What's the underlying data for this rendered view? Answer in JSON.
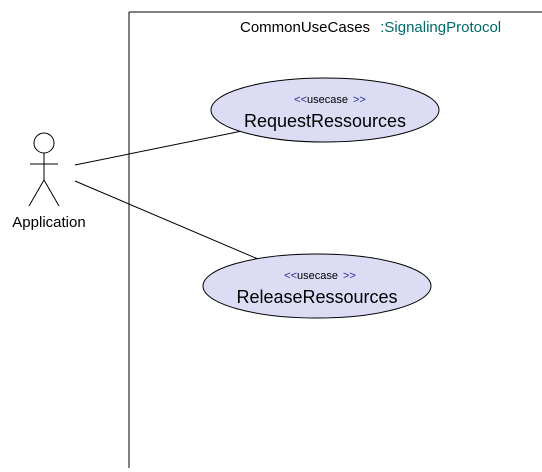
{
  "subsystem": {
    "name": "CommonUseCases",
    "stereotype": ":SignalingProtocol",
    "stereotype_color": "#006a6a"
  },
  "actor": {
    "name": "Application"
  },
  "use_cases": [
    {
      "stereotype_open": "<<",
      "stereotype": "usecase",
      "stereotype_close": ">>",
      "name": "RequestRessources"
    },
    {
      "stereotype_open": "<<",
      "stereotype": "usecase",
      "stereotype_close": ">>",
      "name": "ReleaseRessources"
    }
  ],
  "colors": {
    "use_case_fill": "#dcdcf5",
    "line": "#000000",
    "guillemet": "#2a2a9e"
  }
}
